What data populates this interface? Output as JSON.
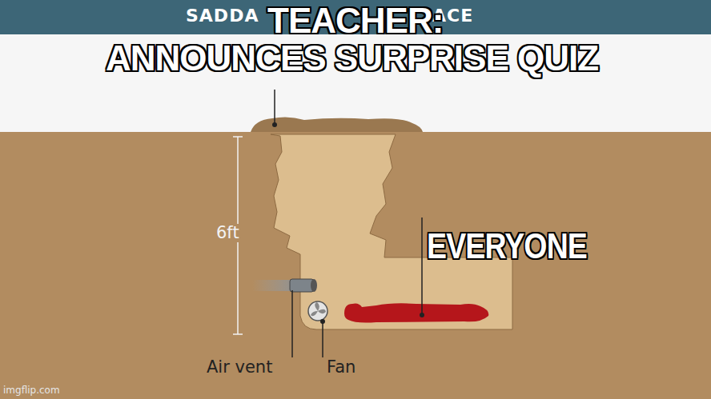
{
  "diagram": {
    "labels": [
      "SADDA",
      "ACE",
      "TEACHER:",
      "ANNOUNCES SURPRISE QUIZ",
      "EVERYONE",
      "6ft",
      "Air vent",
      "Fan",
      "imgflip.com"
    ]
  }
}
